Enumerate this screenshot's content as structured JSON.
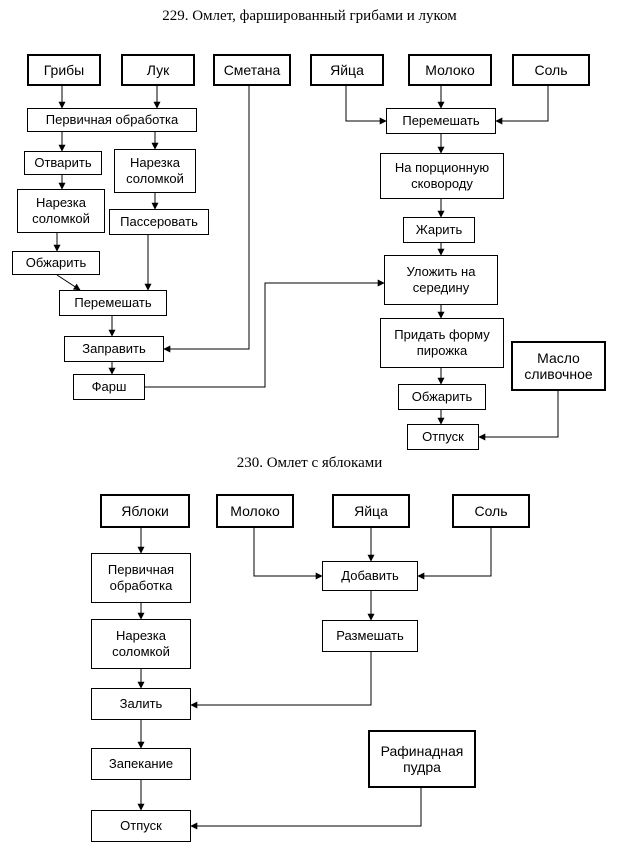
{
  "diagram229": {
    "title": "229. Омлет, фаршированный грибами и луком",
    "nodes": {
      "mushrooms": "Грибы",
      "onion": "Лук",
      "sour_cream": "Сметана",
      "eggs": "Яйца",
      "milk": "Молоко",
      "salt": "Соль",
      "primary_processing": "Первичная обработка",
      "boil": "Отварить",
      "cut_onion": "Нарезка\nсоломкой",
      "cut_mushrooms": "Нарезка\nсоломкой",
      "saute": "Пассеровать",
      "fry_mushrooms": "Обжарить",
      "mix_filling": "Перемешать",
      "season": "Заправить",
      "filling": "Фарш",
      "mix_eggs": "Перемешать",
      "portion_pan": "На порционную\nсковороду",
      "fry": "Жарить",
      "place_center": "Уложить на\nсередину",
      "pie_shape": "Придать форму\nпирожка",
      "butter": "Масло\nсливочное",
      "fry_final": "Обжарить",
      "serve": "Отпуск"
    }
  },
  "diagram230": {
    "title": "230. Омлет с яблоками",
    "nodes": {
      "apples": "Яблоки",
      "milk": "Молоко",
      "eggs": "Яйца",
      "salt": "Соль",
      "primary_processing": "Первичная\nобработка",
      "add": "Добавить",
      "cut": "Нарезка\nсоломкой",
      "stir": "Размешать",
      "pour": "Залить",
      "bake": "Запекание",
      "sugar": "Рафинадная\nпудра",
      "serve": "Отпуск"
    }
  }
}
